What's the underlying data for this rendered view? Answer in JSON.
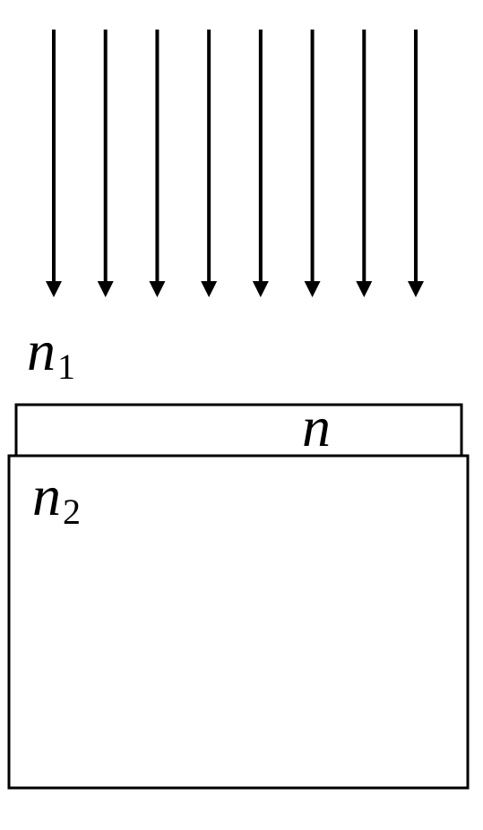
{
  "diagram": {
    "arrows": {
      "count": 8,
      "direction": "down"
    },
    "labels": {
      "n1": {
        "main": "n",
        "sub": "1"
      },
      "film": {
        "main": "n"
      },
      "n2": {
        "main": "n",
        "sub": "2"
      }
    },
    "colors": {
      "stroke": "#000000",
      "background": "#ffffff"
    }
  }
}
